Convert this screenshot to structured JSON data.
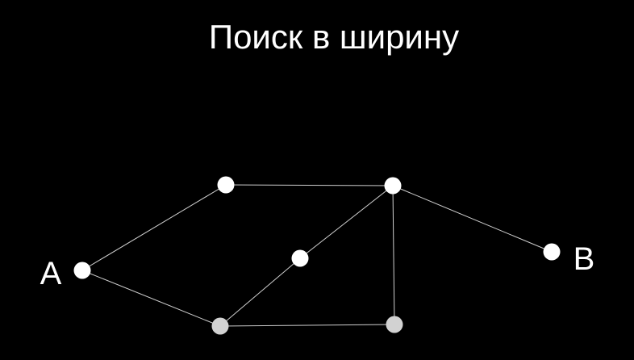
{
  "title": "Поиск в ширину",
  "colors": {
    "background": "#000000",
    "text": "#ffffff",
    "edge": "#cfcfcf",
    "node_unvisited": "#ffffff",
    "node_visited": "#d2d2d2"
  },
  "graph": {
    "nodes": [
      {
        "id": "A",
        "label": "A",
        "state": "unvisited"
      },
      {
        "id": "n1",
        "label": "",
        "state": "unvisited"
      },
      {
        "id": "n2",
        "label": "",
        "state": "unvisited"
      },
      {
        "id": "n3",
        "label": "",
        "state": "unvisited"
      },
      {
        "id": "n4",
        "label": "",
        "state": "visited"
      },
      {
        "id": "n5",
        "label": "",
        "state": "visited"
      },
      {
        "id": "B",
        "label": "B",
        "state": "unvisited"
      }
    ],
    "edges": [
      [
        "A",
        "n1"
      ],
      [
        "A",
        "n4"
      ],
      [
        "n1",
        "n2"
      ],
      [
        "n2",
        "n3"
      ],
      [
        "n2",
        "n5"
      ],
      [
        "n2",
        "B"
      ],
      [
        "n3",
        "n4"
      ],
      [
        "n4",
        "n5"
      ]
    ]
  }
}
